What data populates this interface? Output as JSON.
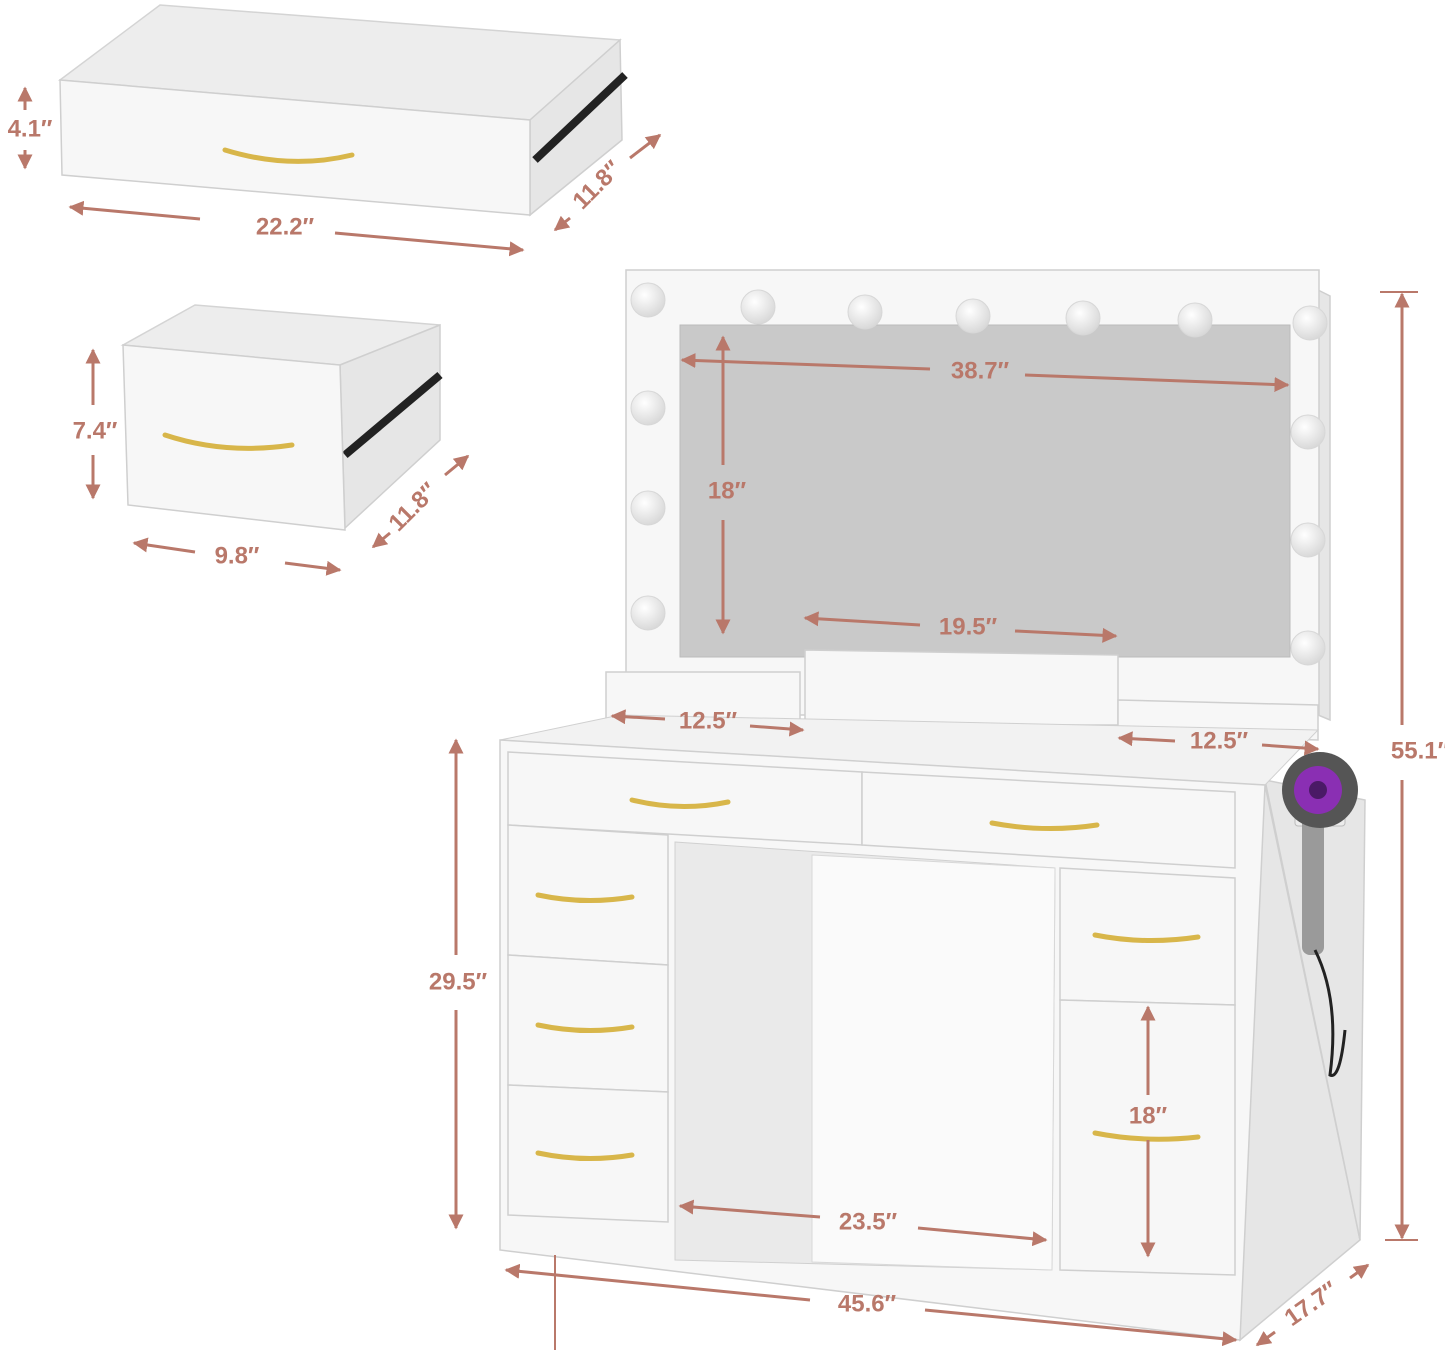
{
  "colors": {
    "dimension": "#b9786a",
    "handle": "#d8b64a",
    "mirror": "#c9c9c9",
    "dryer_accent": "#8a2fb3"
  },
  "dimensions": {
    "large_drawer_height": "4.1″",
    "large_drawer_width": "22.2″",
    "large_drawer_depth": "11.8″",
    "small_drawer_height": "7.4″",
    "small_drawer_width": "9.8″",
    "small_drawer_depth": "11.8″",
    "mirror_width": "38.7″",
    "mirror_height": "18″",
    "center_shelf_width": "19.5″",
    "left_shelf_width": "12.5″",
    "right_shelf_width": "12.5″",
    "total_height": "55.1″",
    "desk_height": "29.5″",
    "side_drawer_height": "18″",
    "knee_space_width": "23.5″",
    "total_width": "45.6″",
    "total_depth": "17.7″"
  }
}
